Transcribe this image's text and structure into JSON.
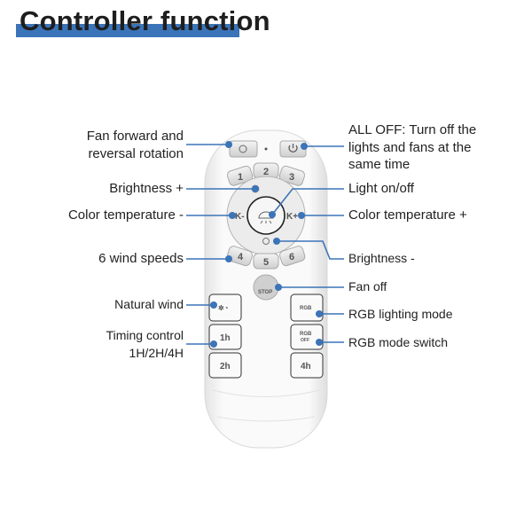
{
  "title": "Controller function",
  "accent_color": "#3b74b8",
  "labels_left": {
    "fan_direction": [
      "Fan forward and",
      "reversal rotation"
    ],
    "brightness_plus": "Brightness +",
    "color_temp_minus": "Color temperature -",
    "wind_speeds": "6 wind speeds",
    "natural_wind": "Natural wind",
    "timing": [
      "Timing control",
      "1H/2H/4H"
    ]
  },
  "labels_right": {
    "all_off": [
      "ALL OFF: Turn off the",
      "lights and fans at the",
      "same time"
    ],
    "light_onoff": "Light on/off",
    "color_temp_plus": "Color temperature +",
    "brightness_minus": "Brightness -",
    "fan_off": "Fan off",
    "rgb_mode": "RGB lighting mode",
    "rgb_switch": "RGB mode switch"
  },
  "remote": {
    "speed_buttons": [
      "1",
      "2",
      "3",
      "4",
      "5",
      "6"
    ],
    "k_minus": "K-",
    "k_plus": "K+",
    "stop": "STOP",
    "timer_buttons": [
      "1h",
      "2h",
      "4h"
    ],
    "rgb": "RGB",
    "rgb_off": [
      "RGB",
      "OFF"
    ]
  }
}
